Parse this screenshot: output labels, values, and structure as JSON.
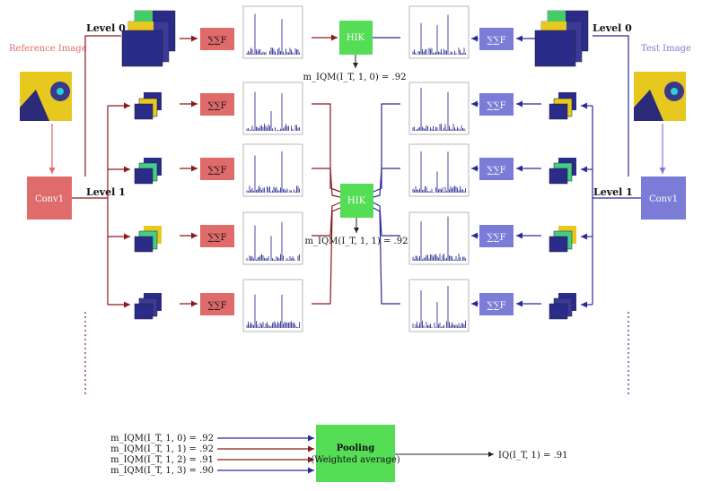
{
  "labels": {
    "reference_image": "Reference Image",
    "test_image": "Test Image",
    "level0_left": "Level 0",
    "level0_right": "Level 0",
    "level1_left": "Level 1",
    "level1_right": "Level 1",
    "conv_left": "Conv1",
    "conv_right": "Conv1",
    "sum_op": "∑∑F",
    "hik": "HIK",
    "m_level0": "m_IQM(I_T, 1, 0) = .92",
    "m_level1": "m_IQM(I_T, 1, 1) = .92",
    "pooling": "Pooling",
    "pooling_sub": "(Weighted average)",
    "iq_result": "IQ(I_T, 1) = .91"
  },
  "pooling_inputs": [
    "m_IQM(I_T, 1, 0) = .92",
    "m_IQM(I_T, 1, 1) = .92",
    "m_IQM(I_T, 1, 2) = .91",
    "m_IQM(I_T, 1, 3) = .90"
  ],
  "colors": {
    "reference": "#e06b6b",
    "test": "#7b7bd8",
    "line_ref": "#8b1a1a",
    "line_test": "#2a2a9a",
    "hik": "#55dd55",
    "histogram_bar": "#1a1a8a"
  }
}
